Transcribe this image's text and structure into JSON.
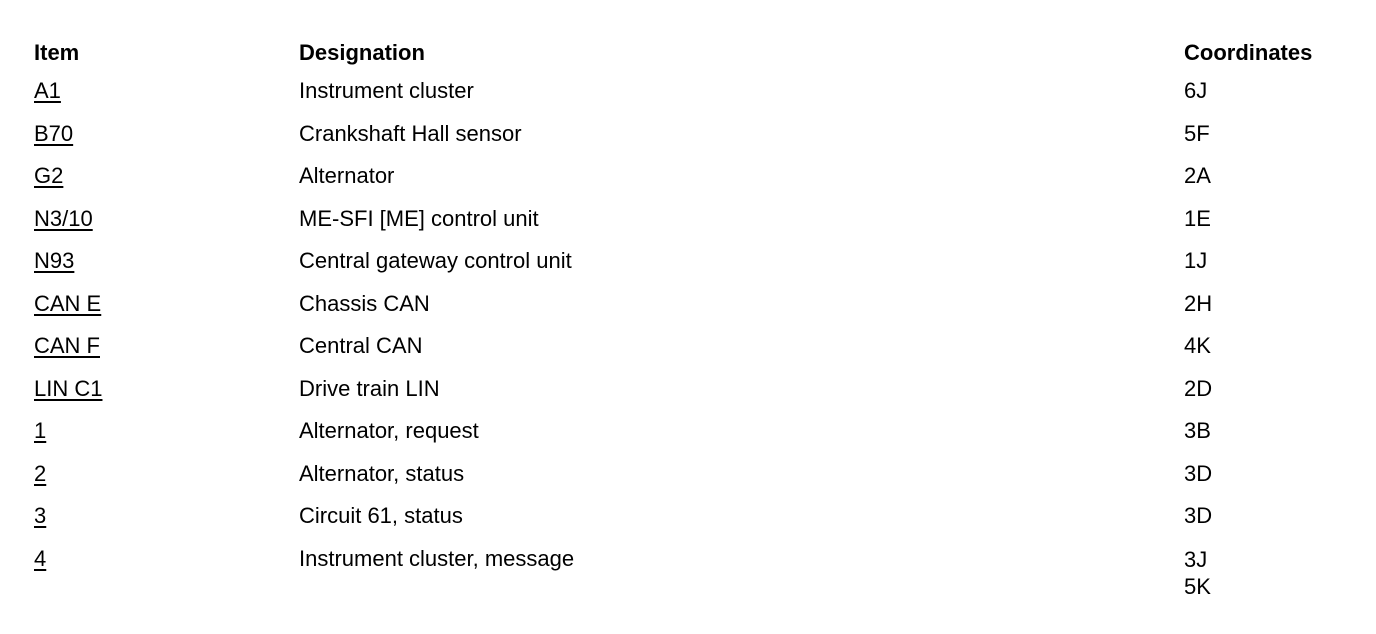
{
  "headers": {
    "item": "Item",
    "designation": "Designation",
    "coordinates": "Coordinates"
  },
  "rows": [
    {
      "item": "A1",
      "designation": "Instrument cluster",
      "coordinates": [
        "6J"
      ]
    },
    {
      "item": "B70",
      "designation": "Crankshaft Hall sensor",
      "coordinates": [
        "5F"
      ]
    },
    {
      "item": "G2",
      "designation": "Alternator",
      "coordinates": [
        "2A"
      ]
    },
    {
      "item": "N3/10",
      "designation": "ME-SFI [ME] control unit",
      "coordinates": [
        "1E"
      ]
    },
    {
      "item": "N93",
      "designation": "Central gateway control unit",
      "coordinates": [
        "1J"
      ]
    },
    {
      "item": "CAN E",
      "designation": "Chassis CAN",
      "coordinates": [
        "2H"
      ]
    },
    {
      "item": "CAN F",
      "designation": "Central CAN",
      "coordinates": [
        "4K"
      ]
    },
    {
      "item": "LIN C1",
      "designation": "Drive train LIN",
      "coordinates": [
        "2D"
      ]
    },
    {
      "item": "1",
      "designation": "Alternator, request",
      "coordinates": [
        "3B"
      ]
    },
    {
      "item": "2",
      "designation": "Alternator, status",
      "coordinates": [
        "3D"
      ]
    },
    {
      "item": "3",
      "designation": "Circuit 61, status",
      "coordinates": [
        "3D"
      ]
    },
    {
      "item": "4",
      "designation": "Instrument cluster, message",
      "coordinates": [
        "3J",
        "5K"
      ]
    }
  ]
}
